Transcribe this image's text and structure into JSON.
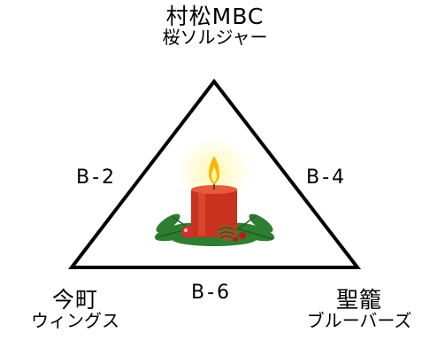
{
  "teams": {
    "top": {
      "name": "村松MBC",
      "sub": "桜ソルジャー"
    },
    "left": {
      "name": "今町",
      "sub": "ウィングス"
    },
    "right": {
      "name": "聖籠",
      "sub": "ブルーバーズ"
    }
  },
  "matches": {
    "left_edge": "B-2",
    "right_edge": "B-4",
    "bottom_edge": "B-6"
  },
  "colors": {
    "line": "#000000",
    "candle": "#c8321e",
    "flame": "#ffb400",
    "glow": "#fff3a0",
    "greenery": "#2e7d32"
  },
  "icons": {
    "center": "christmas-candle-icon"
  }
}
